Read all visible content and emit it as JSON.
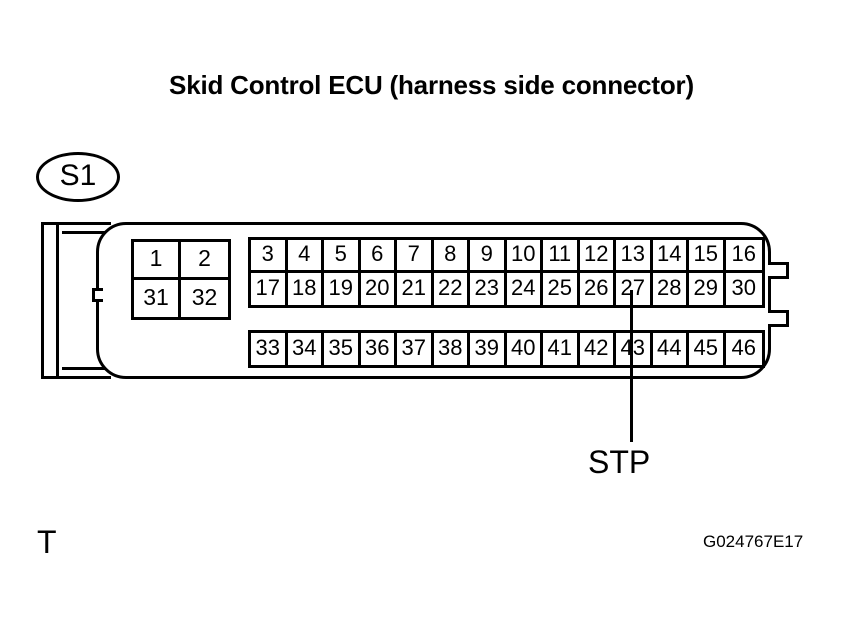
{
  "title": "Skid Control ECU (harness side connector)",
  "connector": {
    "id_badge": "S1",
    "left_grid": {
      "rows": [
        [
          "1",
          "2"
        ],
        [
          "31",
          "32"
        ]
      ]
    },
    "main_grid_upper": {
      "rows": [
        [
          "3",
          "4",
          "5",
          "6",
          "7",
          "8",
          "9",
          "10",
          "11",
          "12",
          "13",
          "14",
          "15",
          "16"
        ],
        [
          "17",
          "18",
          "19",
          "20",
          "21",
          "22",
          "23",
          "24",
          "25",
          "26",
          "27",
          "28",
          "29",
          "30"
        ]
      ]
    },
    "main_grid_lower": {
      "rows": [
        [
          "33",
          "34",
          "35",
          "36",
          "37",
          "38",
          "39",
          "40",
          "41",
          "42",
          "43",
          "44",
          "45",
          "46"
        ]
      ]
    }
  },
  "callout": {
    "label": "STP",
    "target_pin": "27"
  },
  "corner_mark": "T",
  "figure_code": "G024767E17",
  "colors": {
    "line": "#000000",
    "background": "#ffffff"
  }
}
